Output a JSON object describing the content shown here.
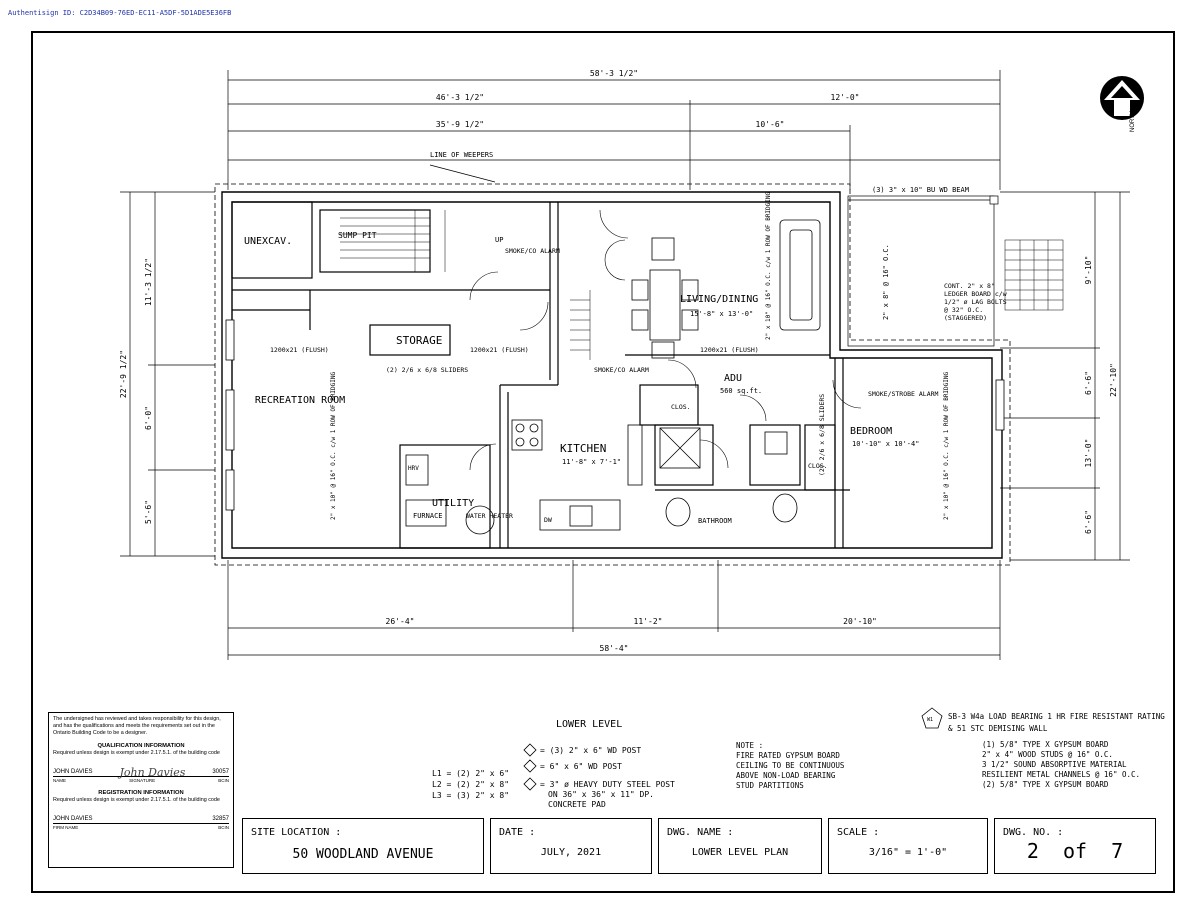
{
  "auth_id": "Authentisign ID: C2D34B09-76ED-EC11-A5DF-5D1ADE5E36FB",
  "north": "NORTH",
  "dims": {
    "overall_top": "58'-3 1/2\"",
    "top_left": "46'-3 1/2\"",
    "top_right": "12'-0\"",
    "top_mid_left": "35'-9 1/2\"",
    "top_mid_right": "10'-6\"",
    "bottom_1": "26'-4\"",
    "bottom_2": "11'-2\"",
    "bottom_3": "20'-10\"",
    "overall_bottom": "58'-4\"",
    "left_overall": "22'-9 1/2\"",
    "left_a": "11'-3 1/2\"",
    "left_b": "6'-0\"",
    "left_c": "5'-6\"",
    "right_overall": "22'-10\"",
    "right_a": "9'-10\"",
    "right_b": "6'-6\"",
    "right_c": "13'-0\"",
    "right_d": "6'-6\""
  },
  "rooms": {
    "unexcav": "UNEXCAV.",
    "sump": "SUMP PIT",
    "storage": "STORAGE",
    "recreation": "RECREATION ROOM",
    "utility": "UTILITY",
    "furnace": "FURNACE",
    "water_heater": "WATER HEATER",
    "hrv": "HRV",
    "kitchen": "KITCHEN",
    "kitchen_size": "11'-8\" x 7'-1\"",
    "living": "LIVING/DINING",
    "living_size": "15'-8\" x 13'-0\"",
    "adu": "ADU",
    "adu_area": "560 sq.ft.",
    "bedroom": "BEDROOM",
    "bedroom_size": "10'-10\" x 10'-4\"",
    "bathroom": "BATHROOM",
    "clos1": "CLOS.",
    "clos2": "CLOS.",
    "dw": "DW"
  },
  "labels": {
    "line_of_weepers": "LINE OF WEEPERS",
    "beam": "(3) 3\" x 10\" BU WD BEAM",
    "ledger": "CONT. 2\" x 8\" LEDGER BOARD c/w 1/2\" ø LAG BOLTS @ 32\" O.C. (STAGGERED)",
    "joists_right": "2\" x 8\" @ 16\" O.C.",
    "smoke1": "SMOKE/CO ALARM",
    "smoke2": "SMOKE/CO ALARM",
    "smoke3": "SMOKE/STROBE ALARM",
    "sliders1": "(2) 2/6 x 6/8 SLIDERS",
    "sliders2": "(2) 2/6 x 6/8 SLIDERS",
    "lintel1": "1200x21 (FLUSH)",
    "lintel2": "1200x21 (FLUSH)",
    "lintel3": "1200x21 (FLUSH)",
    "joist1": "2\" x 10\" @ 16\" O.C. c/w 1 ROW OF BRIDGING",
    "joist2": "2\" x 10\" @ 16\" O.C. c/w 1 ROW OF BRIDGING",
    "joist3": "2\" x 10\" @ 16\" O.C. c/w 1 ROW OF BRIDGING",
    "up": "UP"
  },
  "legend": {
    "title": "LOWER LEVEL",
    "lintels": [
      "L1  = (2) 2\" x 6\"",
      "L2  = (2) 2\" x 8\"",
      "L3  = (3) 2\" x 8\""
    ],
    "posts": [
      "= (3) 2\" x 6\" WD POST",
      "= 6\" x 6\" WD POST",
      "= 3\" ø HEAVY DUTY STEEL POST",
      "ON 36\" x 36\" x 11\" DP.",
      "CONCRETE PAD"
    ],
    "note": [
      "NOTE :",
      "FIRE RATED GYPSUM BOARD",
      "CEILING TO BE CONTINUOUS",
      "ABOVE NON-LOAD BEARING",
      "STUD PARTITIONS"
    ],
    "wall_type": "W1",
    "wall_desc": "SB-3 W4a LOAD BEARING 1 HR FIRE RESISTANT RATING",
    "wall_desc2": "& 51 STC DEMISING WALL",
    "wall_layers": [
      "(1) 5/8\" TYPE X GYPSUM BOARD",
      "2\" x 4\" WOOD STUDS @ 16\" O.C.",
      "3 1/2\" SOUND ABSORPTIVE MATERIAL",
      "RESILIENT METAL CHANNELS @ 16\" O.C.",
      "(2) 5/8\" TYPE X GYPSUM BOARD"
    ]
  },
  "qualification": {
    "statement": "The undersigned has reviewed and takes responsibility for this design, and has the qualifications and meets the requirements set out in the Ontario Building Code to be a designer.",
    "qual_title": "QUALIFICATION INFORMATION",
    "qual_req": "Required unless design is exempt under 2.17.5.1. of the building code",
    "name": "JOHN DAVIES",
    "signature": "John Davies",
    "bcin": "30057",
    "name_lbl": "NAME",
    "sig_lbl": "SIGNATURE",
    "bcin_lbl": "BCIN",
    "reg_title": "REGISTRATION INFORMATION",
    "reg_req": "Required unless design is exempt under 2.17.5.1. of the building code",
    "firm": "JOHN DAVIES",
    "firm_bcin": "32857",
    "firm_lbl": "FIRM NAME",
    "firm_bcin_lbl": "BCIN"
  },
  "title_block": {
    "site_label": "SITE LOCATION :",
    "site_value": "50 WOODLAND AVENUE",
    "date_label": "DATE :",
    "date_value": "JULY, 2021",
    "dwg_name_label": "DWG. NAME :",
    "dwg_name_value": "LOWER LEVEL PLAN",
    "scale_label": "SCALE :",
    "scale_value": "3/16\" = 1'-0\"",
    "dwg_no_label": "DWG. NO. :",
    "dwg_no_value": "2  of  7"
  }
}
